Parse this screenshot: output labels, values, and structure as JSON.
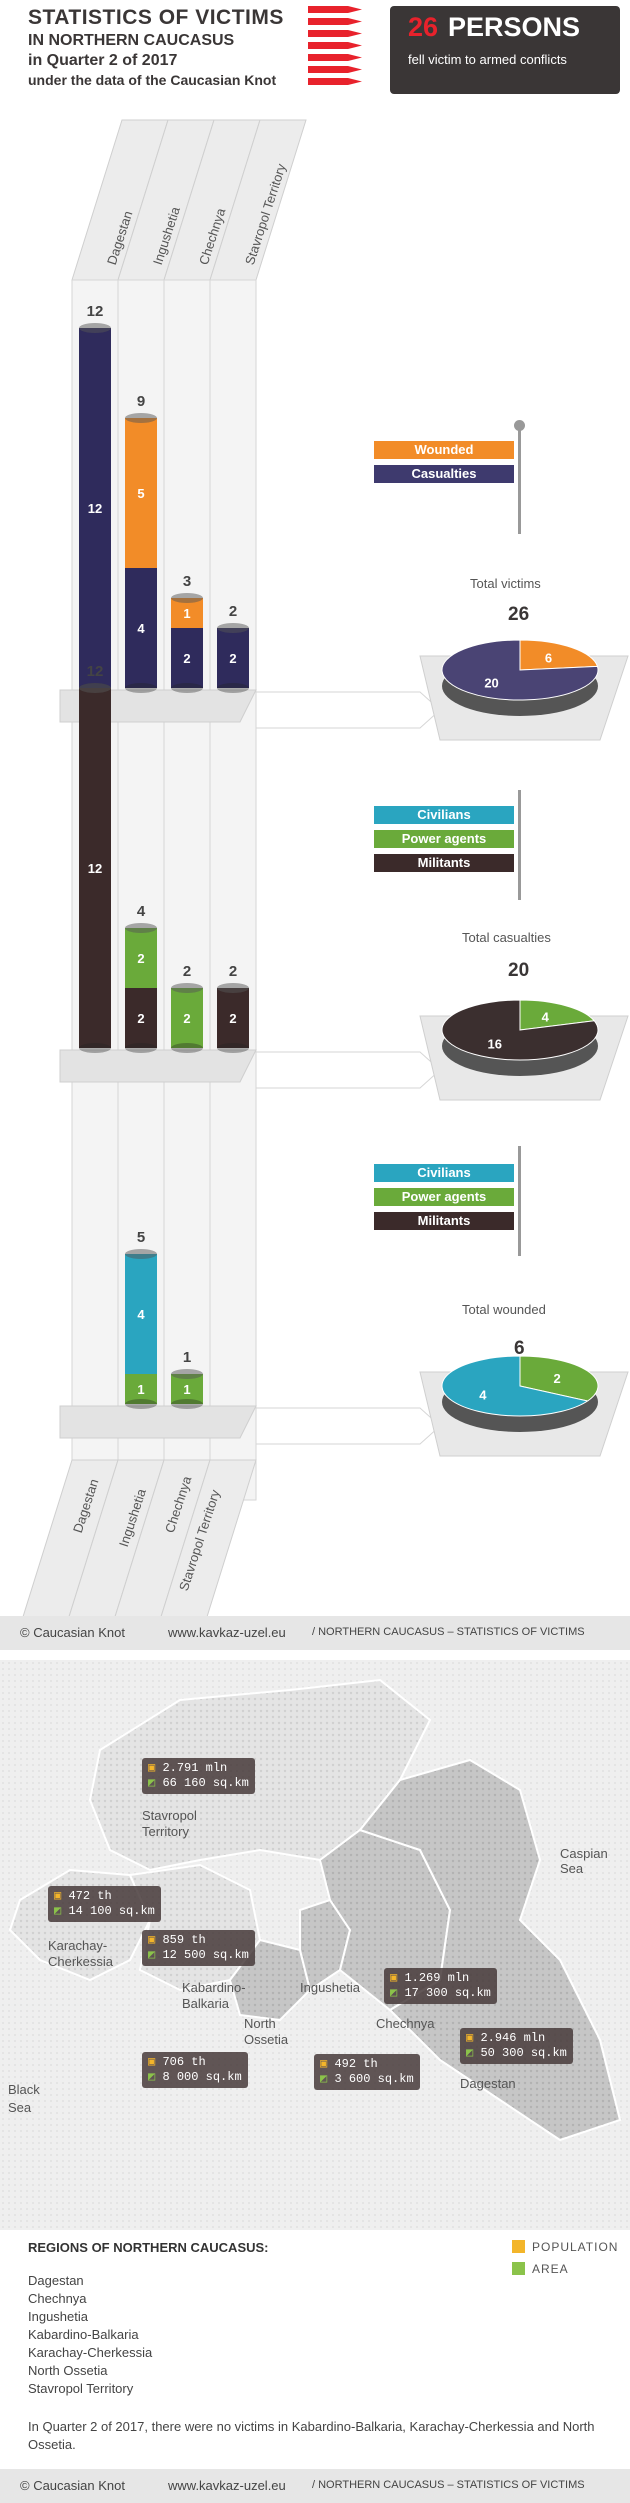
{
  "header": {
    "title_line1": "STATISTICS OF VICTIMS",
    "title_line2": "IN NORTHERN CAUCASUS",
    "title_line3": "in Quarter 2 of 2017",
    "title_line4": "under the data of the Caucasian Knot",
    "persons_count": "26",
    "persons_word": "PERSONS",
    "persons_sub": "fell victim to armed conflicts"
  },
  "regions_axis": [
    "Dagestan",
    "Ingushetia",
    "Chechnya",
    "Stavropol Territory"
  ],
  "colors": {
    "wounded": "#f28c28",
    "casualties": "#3e3a6e",
    "civilians": "#2aa5c0",
    "power_agents": "#6aaa3a",
    "militants": "#3b2a2a",
    "bar_dark": "#2f2b5c",
    "pie_casualties": "#4a4474",
    "pie_dark": "#3b2f2f"
  },
  "chart_data": [
    {
      "type": "bar",
      "categories": [
        "Dagestan",
        "Ingushetia",
        "Chechnya",
        "Stavropol Territory"
      ],
      "series": [
        {
          "name": "Casualties",
          "values": [
            12,
            4,
            2,
            2
          ]
        },
        {
          "name": "Wounded",
          "values": [
            0,
            5,
            1,
            0
          ]
        }
      ],
      "totals": [
        12,
        9,
        3,
        2
      ],
      "legend": [
        "Wounded",
        "Casualties"
      ],
      "ylim": [
        0,
        12
      ]
    },
    {
      "type": "pie",
      "title": "Total victims",
      "total": "26",
      "slices": [
        {
          "name": "Casualties",
          "value": 20
        },
        {
          "name": "Wounded",
          "value": 6
        }
      ]
    },
    {
      "type": "bar",
      "categories": [
        "Dagestan",
        "Ingushetia",
        "Chechnya",
        "Stavropol Territory"
      ],
      "series": [
        {
          "name": "Militants",
          "values": [
            12,
            2,
            0,
            2
          ]
        },
        {
          "name": "Power agents",
          "values": [
            0,
            2,
            2,
            0
          ]
        },
        {
          "name": "Civilians",
          "values": [
            0,
            0,
            0,
            0
          ]
        }
      ],
      "totals": [
        12,
        4,
        2,
        2
      ],
      "legend": [
        "Civilians",
        "Power agents",
        "Militants"
      ],
      "ylim": [
        0,
        12
      ]
    },
    {
      "type": "pie",
      "title": "Total casualties",
      "total": "20",
      "slices": [
        {
          "name": "Militants",
          "value": 16
        },
        {
          "name": "Power agents",
          "value": 4
        }
      ]
    },
    {
      "type": "bar",
      "categories": [
        "Dagestan",
        "Ingushetia",
        "Chechnya",
        "Stavropol Territory"
      ],
      "series": [
        {
          "name": "Power agents",
          "values": [
            0,
            1,
            1,
            0
          ]
        },
        {
          "name": "Civilians",
          "values": [
            0,
            4,
            0,
            0
          ]
        },
        {
          "name": "Militants",
          "values": [
            0,
            0,
            0,
            0
          ]
        }
      ],
      "totals": [
        0,
        5,
        1,
        0
      ],
      "legend": [
        "Civilians",
        "Power agents",
        "Militants"
      ],
      "ylim": [
        0,
        12
      ]
    },
    {
      "type": "pie",
      "title": "Total wounded",
      "total": "6",
      "slices": [
        {
          "name": "Civilians",
          "value": 4
        },
        {
          "name": "Power agents",
          "value": 2
        }
      ]
    }
  ],
  "footer": {
    "brand": "© Caucasian Knot",
    "site": "www.kavkaz-uzel.eu",
    "section": "/ NORTHERN CAUCASUS – STATISTICS OF VICTIMS"
  },
  "map": {
    "seas": {
      "caspian": "Caspian Sea",
      "black_1": "Black",
      "black_2": "Sea"
    },
    "regions": [
      {
        "name": "Stavropol Territory",
        "label_1": "Stavropol",
        "label_2": "Territory",
        "population": "2.791 mln",
        "area": "66 160 sq.km"
      },
      {
        "name": "Karachay-Cherkessia",
        "label_1": "Karachay-",
        "label_2": "Cherkessia",
        "population": "472 th",
        "area": "14 100 sq.km"
      },
      {
        "name": "Kabardino-Balkaria",
        "label_1": "Kabardino-",
        "label_2": "Balkaria",
        "population": "859 th",
        "area": "12 500 sq.km"
      },
      {
        "name": "North Ossetia",
        "label_1": "North",
        "label_2": "Ossetia",
        "population": "706 th",
        "area": "8 000 sq.km"
      },
      {
        "name": "Ingushetia",
        "label_1": "Ingushetia",
        "label_2": "",
        "population": "492 th",
        "area": "3 600 sq.km"
      },
      {
        "name": "Chechnya",
        "label_1": "Chechnya",
        "label_2": "",
        "population": "1.269 mln",
        "area": "17 300 sq.km"
      },
      {
        "name": "Dagestan",
        "label_1": "Dagestan",
        "label_2": "",
        "population": "2.946 mln",
        "area": "50 300 sq.km"
      }
    ],
    "legend": {
      "population": "POPULATION",
      "area": "AREA"
    }
  },
  "regions_list": {
    "title": "REGIONS OF NORTHERN CAUCASUS:",
    "items": [
      "Dagestan",
      "Chechnya",
      "Ingushetia",
      "Kabardino-Balkaria",
      "Karachay-Cherkessia",
      "North Ossetia",
      "Stavropol Territory"
    ],
    "note": "In Quarter 2 of 2017, there were no victims in Kabardino-Balkaria, Karachay-Cherkessia and North Ossetia."
  }
}
